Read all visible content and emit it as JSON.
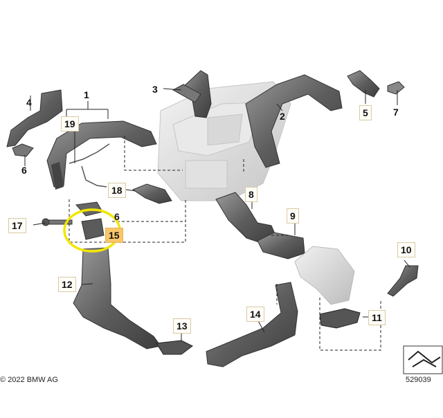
{
  "callouts": {
    "c1": "1",
    "c2": "2",
    "c3": "3",
    "c4": "4",
    "c5": "5",
    "c6a": "6",
    "c6b": "6",
    "c7": "7",
    "c8": "8",
    "c9": "9",
    "c10": "10",
    "c11": "11",
    "c12": "12",
    "c13": "13",
    "c14": "14",
    "c15": "15",
    "c17": "17",
    "c18": "18",
    "c19": "19"
  },
  "footer": {
    "copyright": "© 2022 BMW AG",
    "reference": "529039"
  },
  "highlight": {
    "color": "#f2e600",
    "target": "15"
  },
  "colors": {
    "part_dark": "#6f6f6f",
    "part_light": "#bdbdbd",
    "leader": "#222222"
  }
}
